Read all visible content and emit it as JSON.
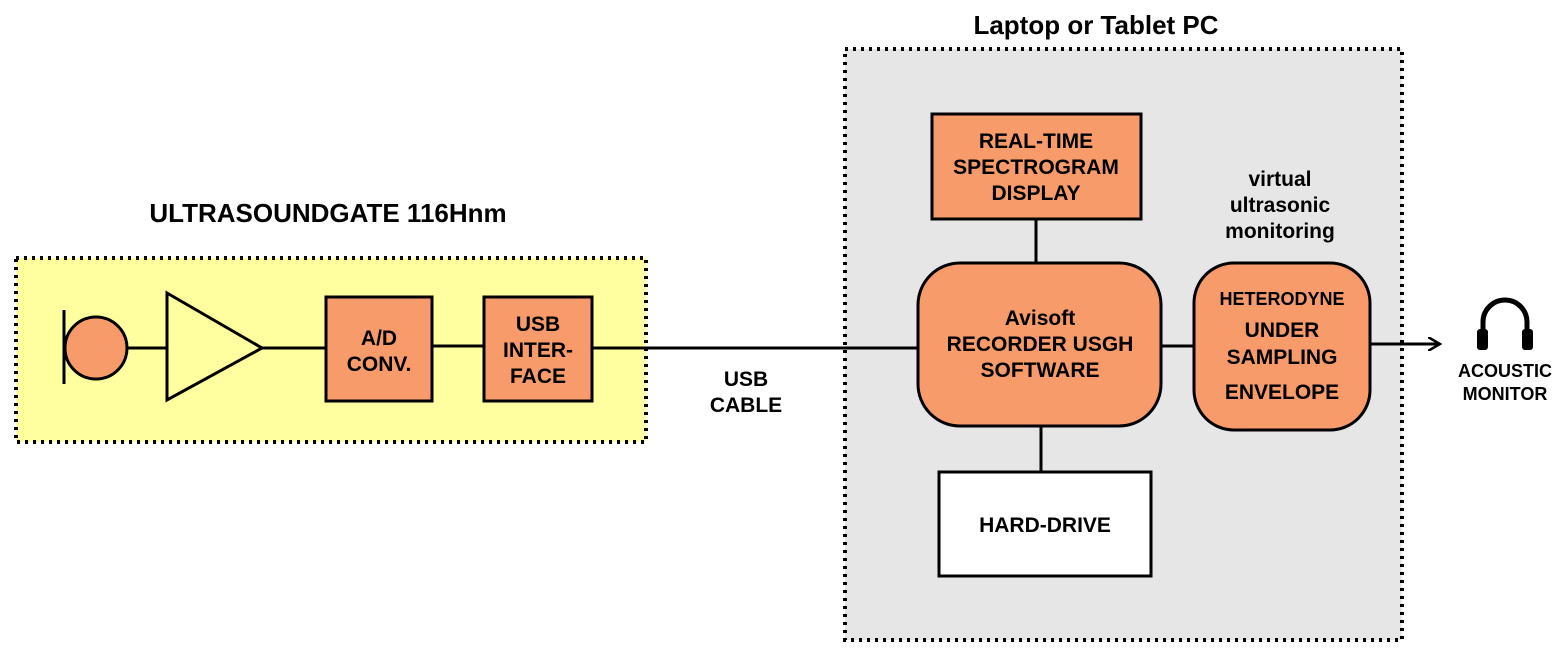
{
  "colors": {
    "device_fill": "#ffffa0",
    "pc_fill": "#e6e6e6",
    "block_fill": "#f79b6b",
    "line": "#000000",
    "white": "#ffffff"
  },
  "device": {
    "title": "ULTRASOUNDGATE 116Hnm",
    "microphone_icon": "microphone-icon",
    "amplifier_icon": "amplifier-triangle-icon",
    "ad_block": [
      "A/D",
      "CONV."
    ],
    "usb_block": [
      "USB",
      "INTER-",
      "FACE"
    ]
  },
  "cable": {
    "label": [
      "USB",
      "CABLE"
    ]
  },
  "pc": {
    "title": "Laptop or Tablet PC",
    "spectrogram_block": [
      "REAL-TIME",
      "SPECTROGRAM",
      "DISPLAY"
    ],
    "recorder_block": [
      "Avisoft",
      "RECORDER USGH",
      "SOFTWARE"
    ],
    "harddrive_block": "HARD-DRIVE",
    "monitoring_label": [
      "virtual",
      "ultrasonic",
      "monitoring"
    ],
    "modes_block": [
      "HETERODYNE",
      "UNDER",
      "SAMPLING",
      "ENVELOPE"
    ]
  },
  "output": {
    "headphones_icon": "headphones-icon",
    "label": [
      "ACOUSTIC",
      "MONITOR"
    ]
  }
}
